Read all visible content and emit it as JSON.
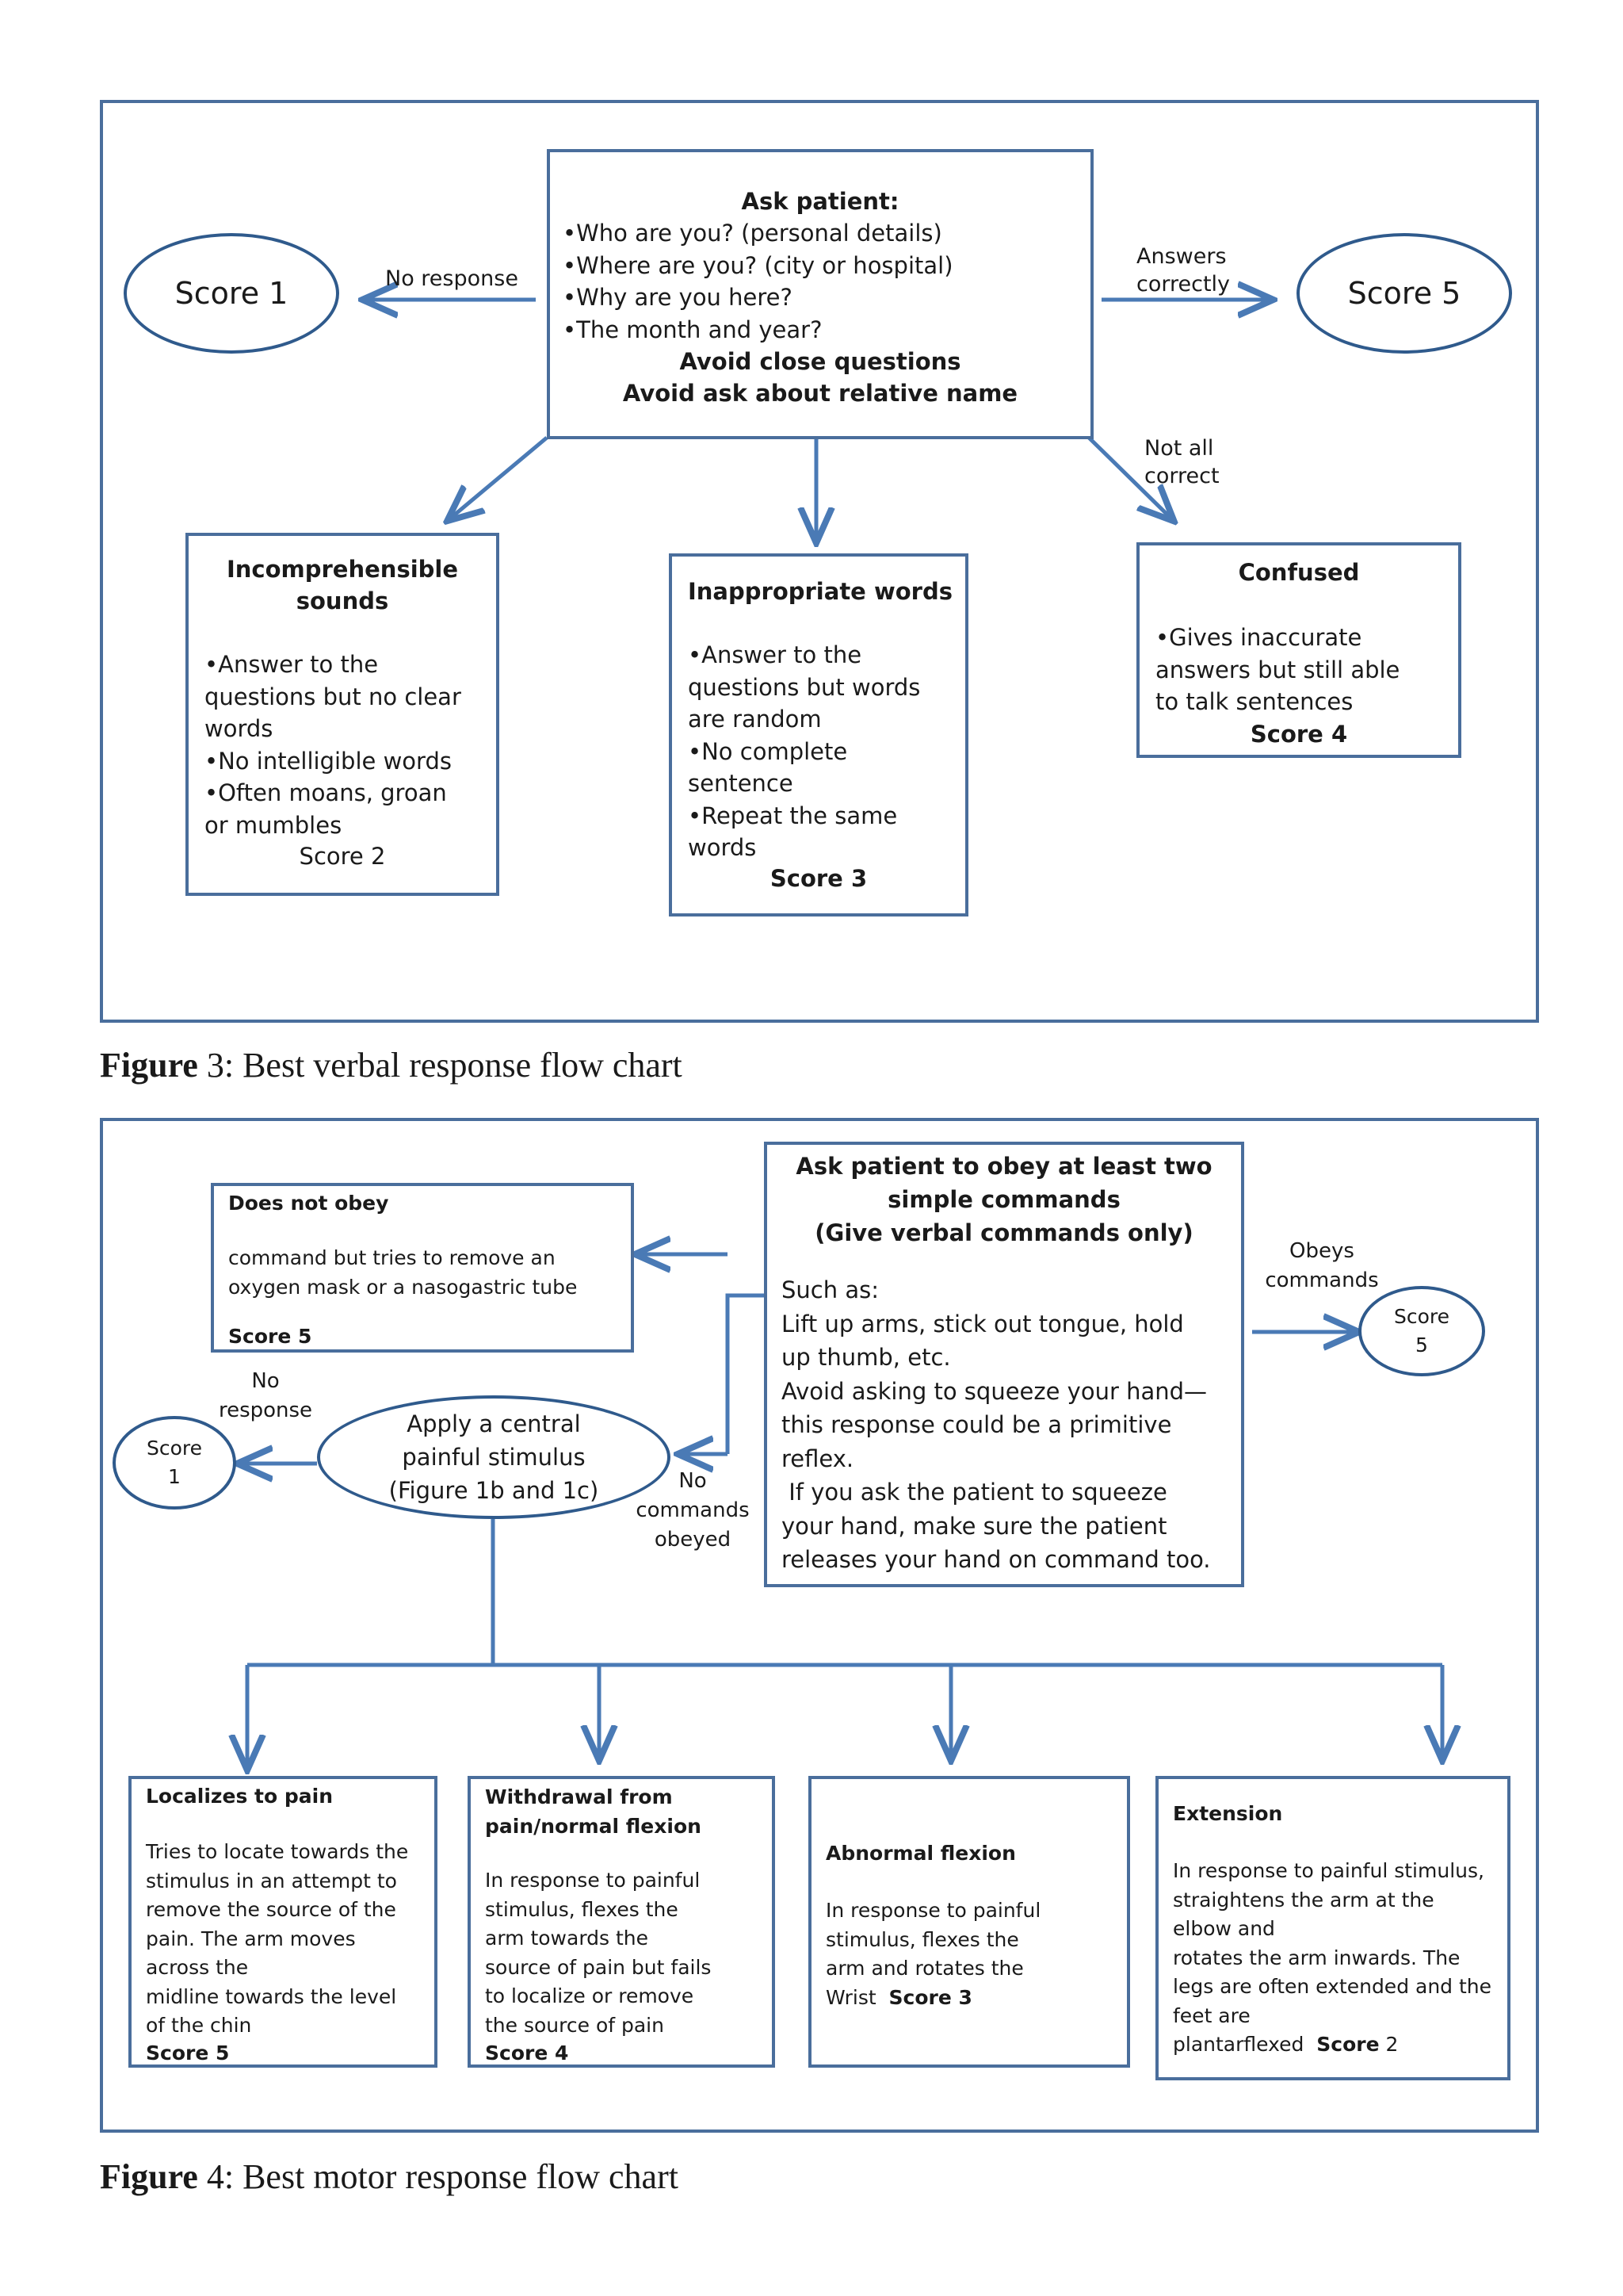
{
  "fig3": {
    "ask": {
      "title": "Ask patient:",
      "items": [
        "•Who are you? (personal details)",
        "•Where are you? (city or hospital)",
        "•Why are you here?",
        "•The month and year?"
      ],
      "avoid1": "Avoid close questions",
      "avoid2": "Avoid ask about relative name"
    },
    "score1": "Score 1",
    "score5": "Score 5",
    "no_response": "No response",
    "answers_correctly": [
      "Answers",
      "correctly"
    ],
    "not_all_correct": [
      "Not all",
      "correct"
    ],
    "incomprehensible": {
      "title": [
        "Incomprehensible",
        "sounds"
      ],
      "lines": [
        "•Answer to the",
        "questions but no clear",
        "words",
        "•No intelligible words",
        "•Often moans, groan",
        "or mumbles"
      ],
      "score": "Score 2"
    },
    "inappropriate": {
      "title": "Inappropriate words",
      "lines": [
        "•Answer to the",
        "questions but words",
        "are random",
        "•No complete",
        "sentence",
        "•Repeat the same",
        "words"
      ],
      "score": "Score 3"
    },
    "confused": {
      "title": "Confused",
      "lines": [
        "•Gives inaccurate",
        "answers but still able",
        "to talk sentences"
      ],
      "score": "Score 4"
    },
    "caption_bold": "Figure",
    "caption_rest": " 3: Best verbal response flow chart"
  },
  "fig4": {
    "ask": {
      "title": [
        "Ask patient to obey at least two",
        "simple commands",
        "(Give verbal commands only)"
      ],
      "lines": [
        "Such as:",
        "Lift up arms, stick out tongue, hold",
        "up thumb, etc.",
        "Avoid asking to squeeze your hand—",
        "this response could be a primitive",
        "reflex.",
        " If you ask the patient to squeeze",
        "your hand, make sure the patient",
        "releases your hand on command too."
      ]
    },
    "obeys": [
      "Obeys",
      "commands"
    ],
    "score5": [
      "Score",
      "5"
    ],
    "not_obey": {
      "title": "Does not obey",
      "lines": [
        "command but tries to remove an",
        "oxygen mask or a nasogastric tube"
      ],
      "score": "Score 5"
    },
    "central": [
      "Apply a central",
      "painful stimulus",
      "(Figure 1b and 1c)"
    ],
    "no_response": [
      "No",
      "response"
    ],
    "score1": [
      "Score",
      "1"
    ],
    "no_commands": [
      "No",
      "commands",
      "obeyed"
    ],
    "localizes": {
      "title": "Localizes to pain",
      "lines": [
        "Tries to locate towards the",
        "stimulus in an attempt to",
        "remove the source of the",
        "pain. The arm moves",
        "across the",
        "midline towards the level",
        "of the chin"
      ],
      "score": "Score 5"
    },
    "withdrawal": {
      "title": [
        "Withdrawal from",
        "pain/normal flexion"
      ],
      "lines": [
        "In response to painful",
        "stimulus, flexes the",
        "arm towards the",
        "source of pain but fails",
        "to localize or remove",
        "the source of pain"
      ],
      "score": "Score 4"
    },
    "abnormal": {
      "title": "Abnormal flexion",
      "lines": [
        "In response to painful",
        "stimulus, flexes the",
        "arm and rotates the"
      ],
      "last_text": "Wrist  ",
      "score": "Score 3"
    },
    "extension": {
      "title": "Extension",
      "lines": [
        "In response to painful stimulus,",
        "straightens the arm at the",
        "elbow and",
        "rotates the arm inwards. The",
        "legs are often extended and the",
        "feet are"
      ],
      "last_text": "plantarflexed  ",
      "score_word": "Score",
      "score_num": " 2"
    },
    "caption_bold": "Figure",
    "caption_rest": " 4: Best motor response flow chart"
  }
}
